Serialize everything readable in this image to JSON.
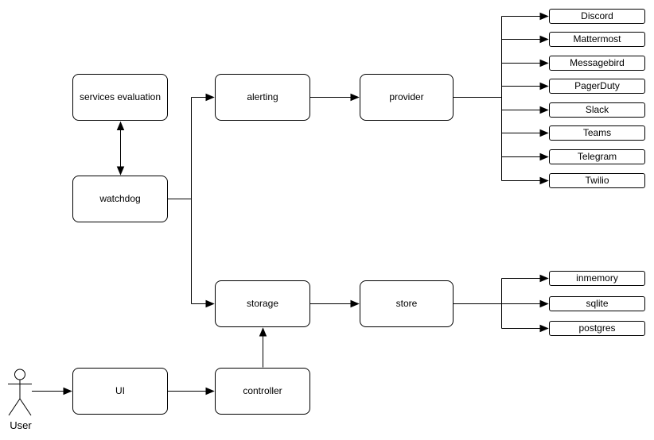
{
  "diagram": {
    "background_color": "#ffffff",
    "stroke_color": "#000000",
    "node_fill_color": "#ffffff",
    "text_color": "#000000",
    "nodes": {
      "services_evaluation": "services evaluation",
      "watchdog": "watchdog",
      "alerting": "alerting",
      "provider": "provider",
      "storage": "storage",
      "store": "store",
      "ui": "UI",
      "controller": "controller"
    },
    "provider_targets": [
      "Discord",
      "Mattermost",
      "Messagebird",
      "PagerDuty",
      "Slack",
      "Teams",
      "Telegram",
      "Twilio"
    ],
    "store_targets": [
      "inmemory",
      "sqlite",
      "postgres"
    ],
    "actor_label": "User"
  }
}
